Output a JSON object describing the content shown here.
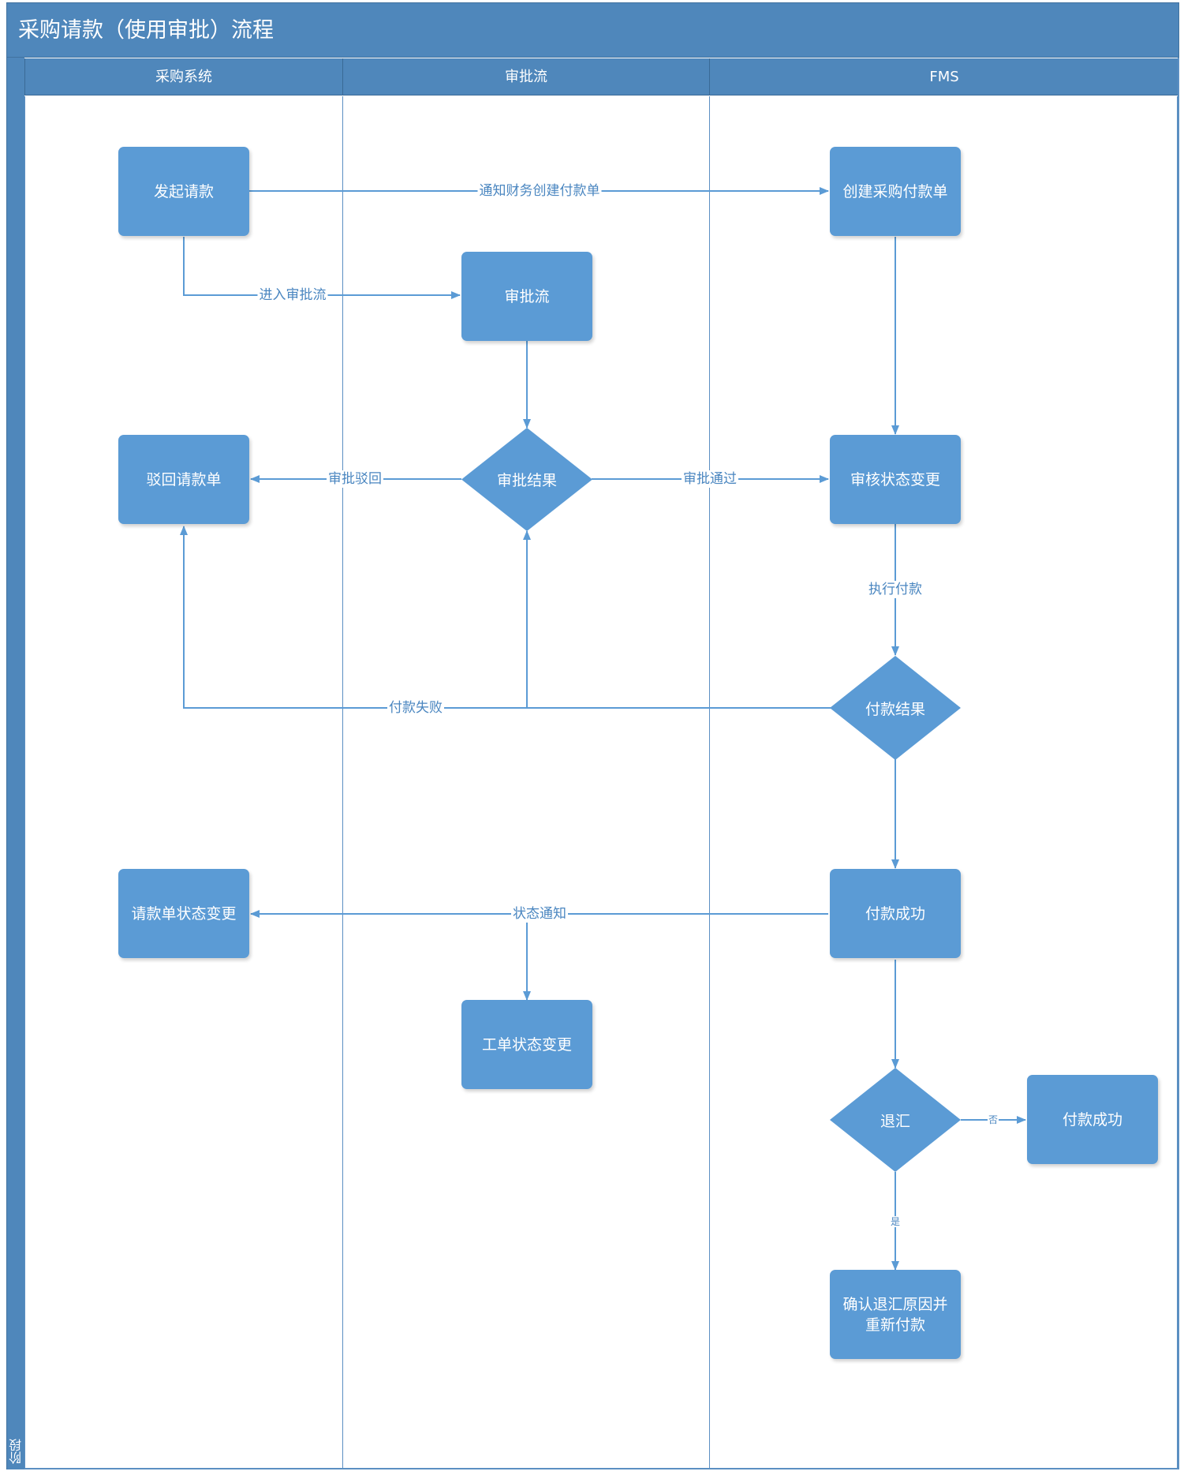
{
  "title": "采购请款（使用审批）流程",
  "phase_label": "阶段",
  "lanes": {
    "procurement": "采购系统",
    "approval": "审批流",
    "fms": "FMS"
  },
  "nodes": {
    "initiate_request": "发起请款",
    "create_payment_order": "创建采购付款单",
    "approval_flow": "审批流",
    "reject_request": "驳回请款单",
    "approval_result": "审批结果",
    "audit_status_change": "审核状态变更",
    "payment_result": "付款结果",
    "request_status_change": "请款单状态变更",
    "payment_success": "付款成功",
    "ticket_status_change": "工单状态变更",
    "refund": "退汇",
    "payment_success_2": "付款成功",
    "confirm_refund_line1": "确认退汇原因并",
    "confirm_refund_line2": "重新付款"
  },
  "edge_labels": {
    "notify_finance": "通知财务创建付款单",
    "enter_approval": "进入审批流",
    "approval_rejected": "审批驳回",
    "approval_passed": "审批通过",
    "execute_payment": "执行付款",
    "payment_failed": "付款失败",
    "status_notice": "状态通知",
    "no": "否",
    "yes": "是"
  },
  "colors": {
    "header_fill": "#4f87bb",
    "node_fill": "#5b9bd5",
    "edge": "#5b9bd5",
    "label_text": "#4a86c0"
  }
}
